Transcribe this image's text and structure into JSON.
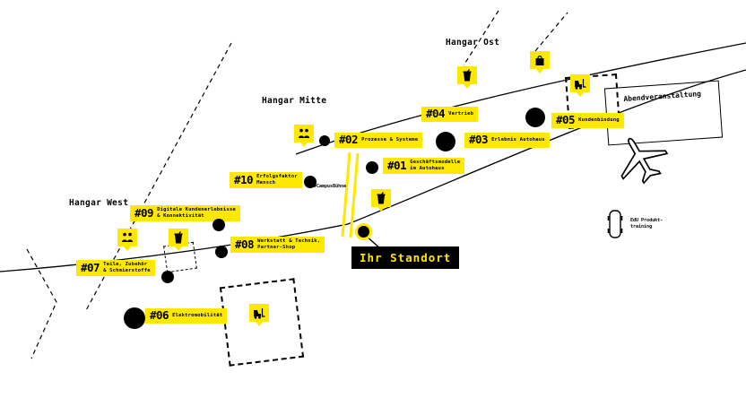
{
  "colors": {
    "accent_yellow": "#FFE800",
    "ink": "#000000",
    "background": "#FFFFFF",
    "standort_bg": "#000000",
    "standort_text": "#FFE800"
  },
  "areas": {
    "hangar_ost": "Hangar Ost",
    "hangar_mitte": "Hangar Mitte",
    "hangar_west": "Hangar West",
    "abendveranstaltung": "Abendveranstaltung",
    "campus_buehne": "#CampusBühne",
    "edu_training": "EdU Produkt-\ntraining"
  },
  "standort": {
    "label": "Ihr Standort"
  },
  "stations": [
    {
      "number": "#01",
      "name": "Geschäftsmodelle\nim Autohaus"
    },
    {
      "number": "#02",
      "name": "Prozesse & Systeme"
    },
    {
      "number": "#03",
      "name": "Erlebnis Autohaus"
    },
    {
      "number": "#04",
      "name": "Vertrieb"
    },
    {
      "number": "#05",
      "name": "Kundenbindung"
    },
    {
      "number": "#06",
      "name": "Elektromobilität"
    },
    {
      "number": "#07",
      "name": "Teile, Zubehör\n& Schmierstoffe"
    },
    {
      "number": "#08",
      "name": "Werkstatt & Technik,\nPartner-Shop"
    },
    {
      "number": "#09",
      "name": "Digitale Kundenerlebnisse\n& Konnektivität"
    },
    {
      "number": "#10",
      "name": "Erfolgsfaktor\nMensch"
    }
  ],
  "icons": {
    "drink_cup": "drink cup with straw (refreshments)",
    "people": "people / meeting point",
    "forklift": "forklift / logistics",
    "shopping_bag": "shopping bag / shop",
    "airplane": "airplane outline",
    "car": "car outline (product training)"
  }
}
